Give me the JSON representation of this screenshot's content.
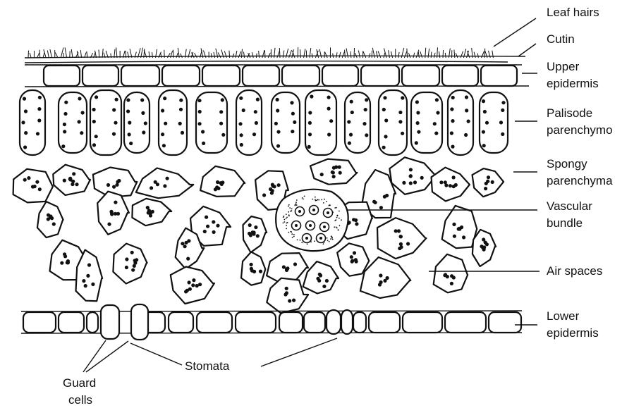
{
  "labels": {
    "leaf_hairs": "Leaf hairs",
    "cutin": "Cutin",
    "upper_epidermis_1": "Upper",
    "upper_epidermis_2": "epidermis",
    "palisade_1": "Palisode",
    "palisade_2": "parenchymo",
    "spongy_1": "Spongy",
    "spongy_2": "parenchyma",
    "vascular_1": "Vascular",
    "vascular_2": "bundle",
    "air_spaces": "Air spaces",
    "lower_epidermis_1": "Lower",
    "lower_epidermis_2": "epidermis",
    "stomata": "Stomata",
    "guard_cells_1": "Guard",
    "guard_cells_2": "cells"
  },
  "colors": {
    "ink": "#111111",
    "background": "#ffffff"
  }
}
